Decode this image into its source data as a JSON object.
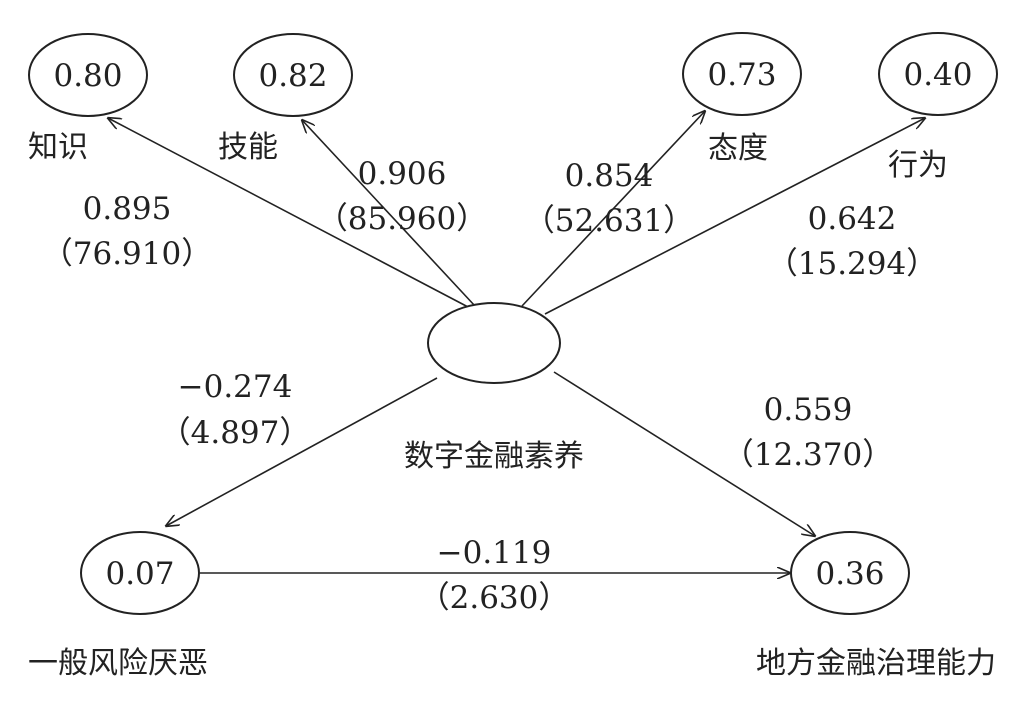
{
  "diagram": {
    "center": {
      "label": "数字金融素养"
    },
    "nodes": [
      {
        "id": "knowledge",
        "value": "0.80",
        "label": "知识"
      },
      {
        "id": "skill",
        "value": "0.82",
        "label": "技能"
      },
      {
        "id": "attitude",
        "value": "0.73",
        "label": "态度"
      },
      {
        "id": "behavior",
        "value": "0.40",
        "label": "行为"
      },
      {
        "id": "risk_aversion",
        "value": "0.07",
        "label": "一般风险厌恶"
      },
      {
        "id": "governance",
        "value": "0.36",
        "label": "地方金融治理能力"
      }
    ],
    "edges": [
      {
        "from": "center",
        "to": "knowledge",
        "coef": "0.895",
        "t": "（76.910）"
      },
      {
        "from": "center",
        "to": "skill",
        "coef": "0.906",
        "t": "（85.960）"
      },
      {
        "from": "center",
        "to": "attitude",
        "coef": "0.854",
        "t": "（52.631）"
      },
      {
        "from": "center",
        "to": "behavior",
        "coef": "0.642",
        "t": "（15.294）"
      },
      {
        "from": "center",
        "to": "risk_aversion",
        "coef": "−0.274",
        "t": "（4.897）"
      },
      {
        "from": "center",
        "to": "governance",
        "coef": "0.559",
        "t": "（12.370）"
      },
      {
        "from": "risk_aversion",
        "to": "governance",
        "coef": "−0.119",
        "t": "（2.630）"
      }
    ]
  }
}
